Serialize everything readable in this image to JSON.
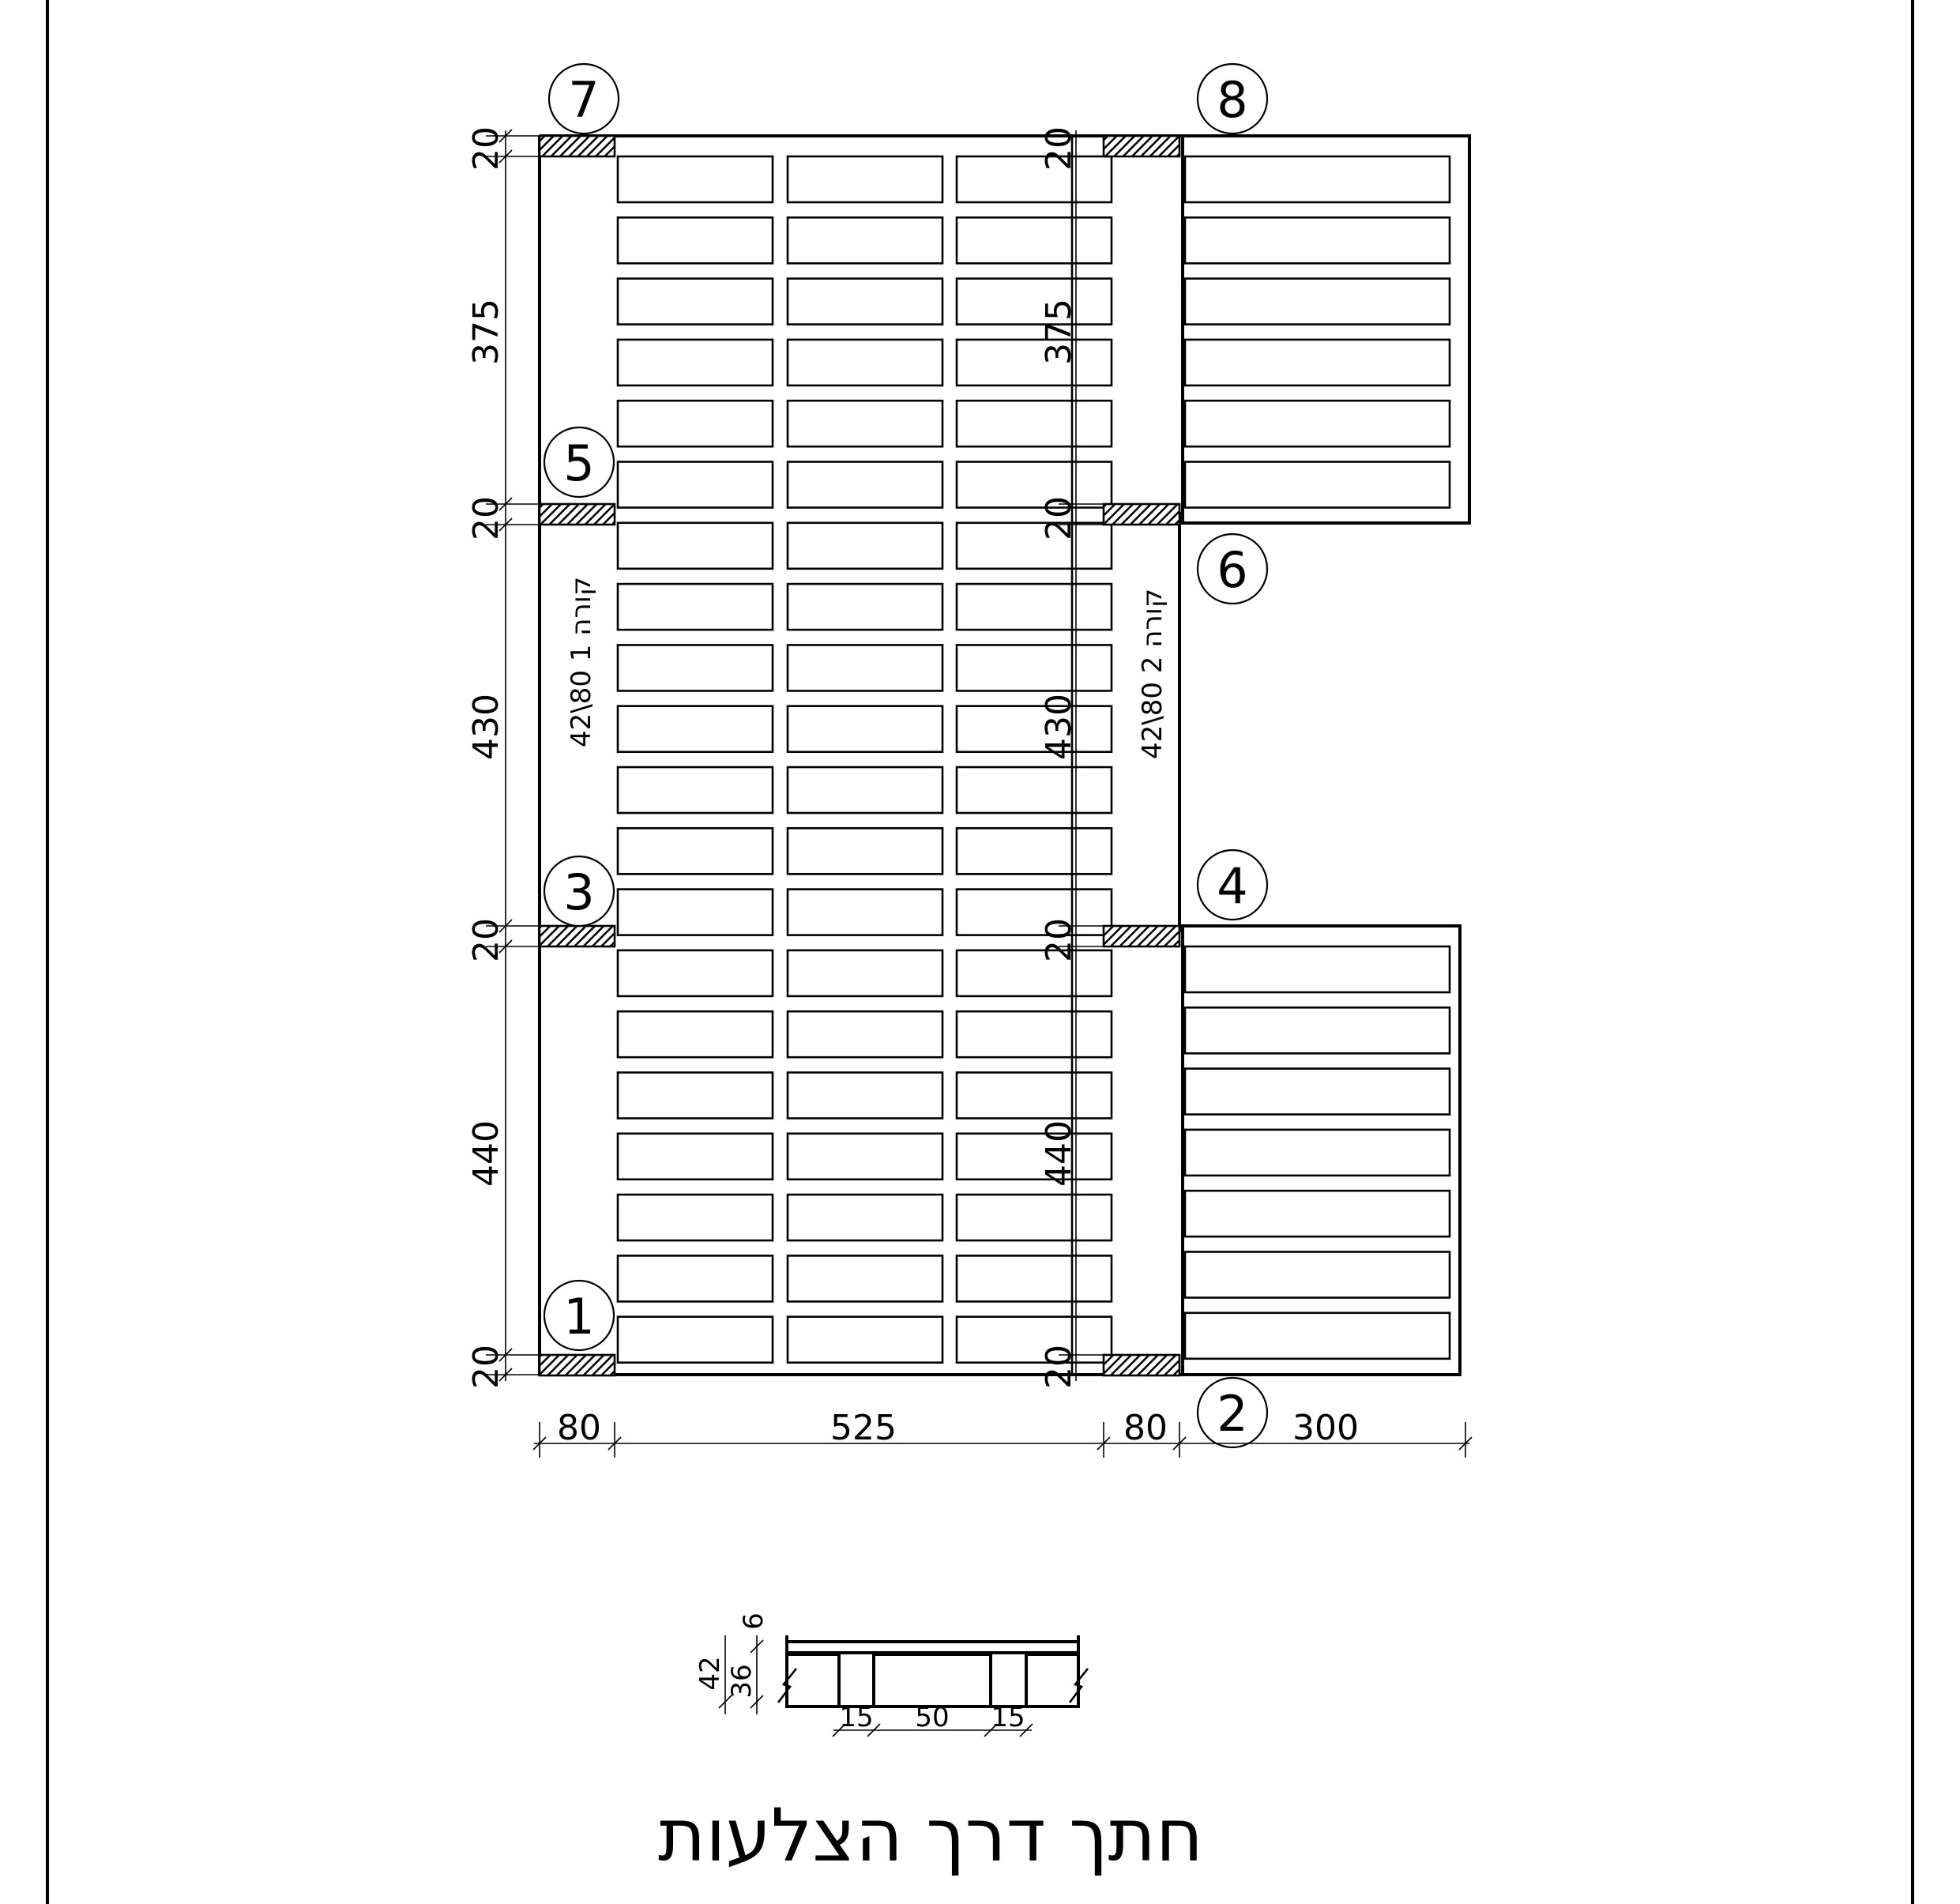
{
  "plan": {
    "column_labels": [
      "1",
      "2",
      "3",
      "4",
      "5",
      "6",
      "7",
      "8"
    ],
    "dims_vertical_left": [
      "20",
      "440",
      "20",
      "430",
      "20",
      "375",
      "20"
    ],
    "dims_vertical_right": [
      "20",
      "440",
      "20",
      "430",
      "20",
      "375",
      "20"
    ],
    "dims_horizontal": [
      "80",
      "525",
      "80",
      "300"
    ],
    "beam_1_label": "קורה 1 80\\42",
    "beam_2_label": "קורה 2 80\\42"
  },
  "section": {
    "dim_total": "42",
    "dim_top": "6",
    "dim_web": "36",
    "dim_bottom": [
      "15",
      "50",
      "15"
    ],
    "title": "חתך דרך הצלעות"
  }
}
